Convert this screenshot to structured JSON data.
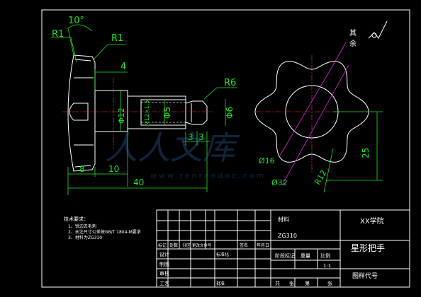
{
  "dims": {
    "angle": "10°",
    "r1_left": "R1",
    "r1_right": "R1",
    "d4": "4",
    "phi12": "Φ12",
    "phi5": "Φ5",
    "phi6": "Φ6",
    "m": "M12×1.5",
    "r6": "R6",
    "d3a": "3",
    "d3b": "3",
    "d8": "8",
    "d10": "10",
    "d40": "40",
    "phi16": "Ø16",
    "phi32": "Ø32",
    "r12": "R12",
    "d25": "25"
  },
  "roughness": {
    "label_a": "其",
    "label_b": "余"
  },
  "tech_notes": [
    "技术要求：",
    "1、锐边去毛刺",
    "2、未注尺寸公差按GB/T 1804-M要求",
    "3、材料为ZG310"
  ],
  "title_block": {
    "material_label": "材料",
    "material": "ZG310",
    "school": "XX学院",
    "part_name": "星形把手",
    "drawing_code": "图样代号",
    "scale": "1:1",
    "row_headers": [
      "标记",
      "处数",
      "分区",
      "更改文件号",
      "签名",
      "年月日"
    ],
    "left_labels": [
      "设计",
      "制图",
      "审核",
      "工艺"
    ],
    "std_label": "标准化",
    "approve_label": "批准",
    "stage_label": "阶段标记",
    "weight_label": "重量",
    "ratio_label": "比例",
    "sheets": [
      "共",
      "张",
      "第",
      "张"
    ]
  },
  "watermark": {
    "text": "人人文库",
    "url": "www.renrendoc.com"
  }
}
